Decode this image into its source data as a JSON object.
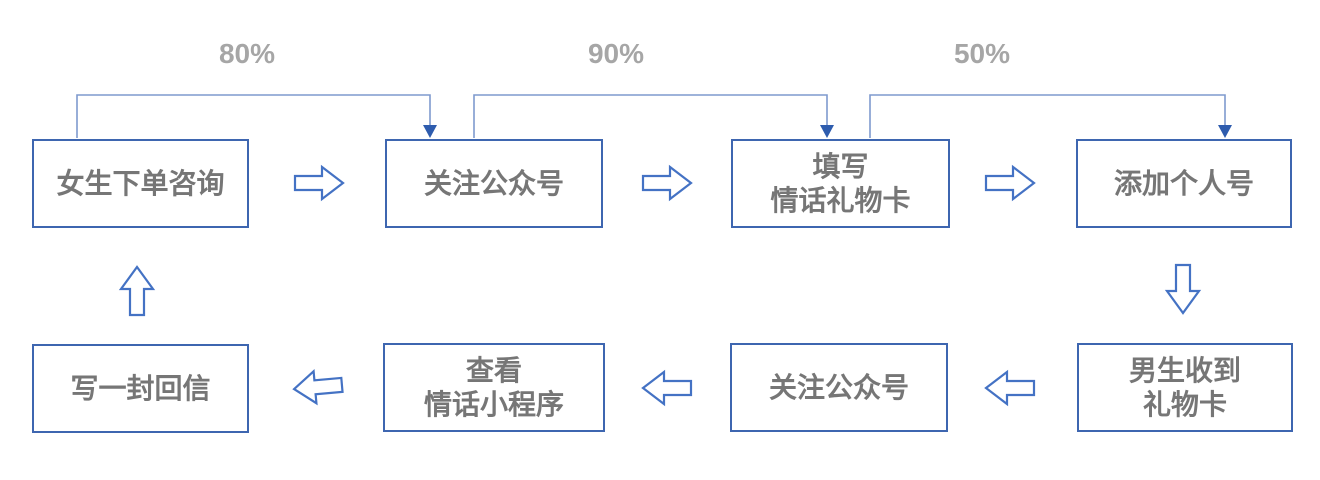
{
  "diagram": {
    "boxes": [
      {
        "id": "girl-order-inquiry",
        "lines": [
          "女生下单咨询"
        ]
      },
      {
        "id": "follow-official-account-top",
        "lines": [
          "关注公众号"
        ]
      },
      {
        "id": "fill-love-gift-card",
        "lines": [
          "填写",
          "情话礼物卡"
        ]
      },
      {
        "id": "add-personal-account",
        "lines": [
          "添加个人号"
        ]
      },
      {
        "id": "boy-receives-gift-card",
        "lines": [
          "男生收到",
          "礼物卡"
        ]
      },
      {
        "id": "follow-official-account-bottom",
        "lines": [
          "关注公众号"
        ]
      },
      {
        "id": "view-love-mini-program",
        "lines": [
          "查看",
          "情话小程序"
        ]
      },
      {
        "id": "write-reply-letter",
        "lines": [
          "写一封回信"
        ]
      }
    ],
    "connectors": [
      {
        "from": "女生下单咨询",
        "to": "关注公众号",
        "rate": "80%"
      },
      {
        "from": "关注公众号",
        "to": "填写情话礼物卡",
        "rate": "90%"
      },
      {
        "from": "填写情话礼物卡",
        "to": "添加个人号",
        "rate": "50%"
      }
    ],
    "flow_arrows": [
      {
        "icon": "block-arrow-right-icon",
        "between": [
          "女生下单咨询",
          "关注公众号"
        ]
      },
      {
        "icon": "block-arrow-right-icon",
        "between": [
          "关注公众号",
          "填写情话礼物卡"
        ]
      },
      {
        "icon": "block-arrow-right-icon",
        "between": [
          "填写情话礼物卡",
          "添加个人号"
        ]
      },
      {
        "icon": "block-arrow-down-icon",
        "between": [
          "添加个人号",
          "男生收到礼物卡"
        ]
      },
      {
        "icon": "block-arrow-left-icon",
        "between": [
          "男生收到礼物卡",
          "关注公众号"
        ]
      },
      {
        "icon": "block-arrow-left-icon",
        "between": [
          "关注公众号",
          "查看情话小程序"
        ]
      },
      {
        "icon": "block-arrow-left-icon",
        "between": [
          "查看情话小程序",
          "写一封回信"
        ]
      },
      {
        "icon": "block-arrow-up-icon",
        "between": [
          "写一封回信",
          "女生下单咨询"
        ]
      }
    ],
    "colors": {
      "background": "#ffffff",
      "box_border": "#3e66b0",
      "box_text": "#767676",
      "rate_text": "#a6a6a6",
      "connector_line": "#7f9ace",
      "connector_arrowhead": "#2e5cae",
      "block_arrow_outline": "#4472c4"
    }
  }
}
